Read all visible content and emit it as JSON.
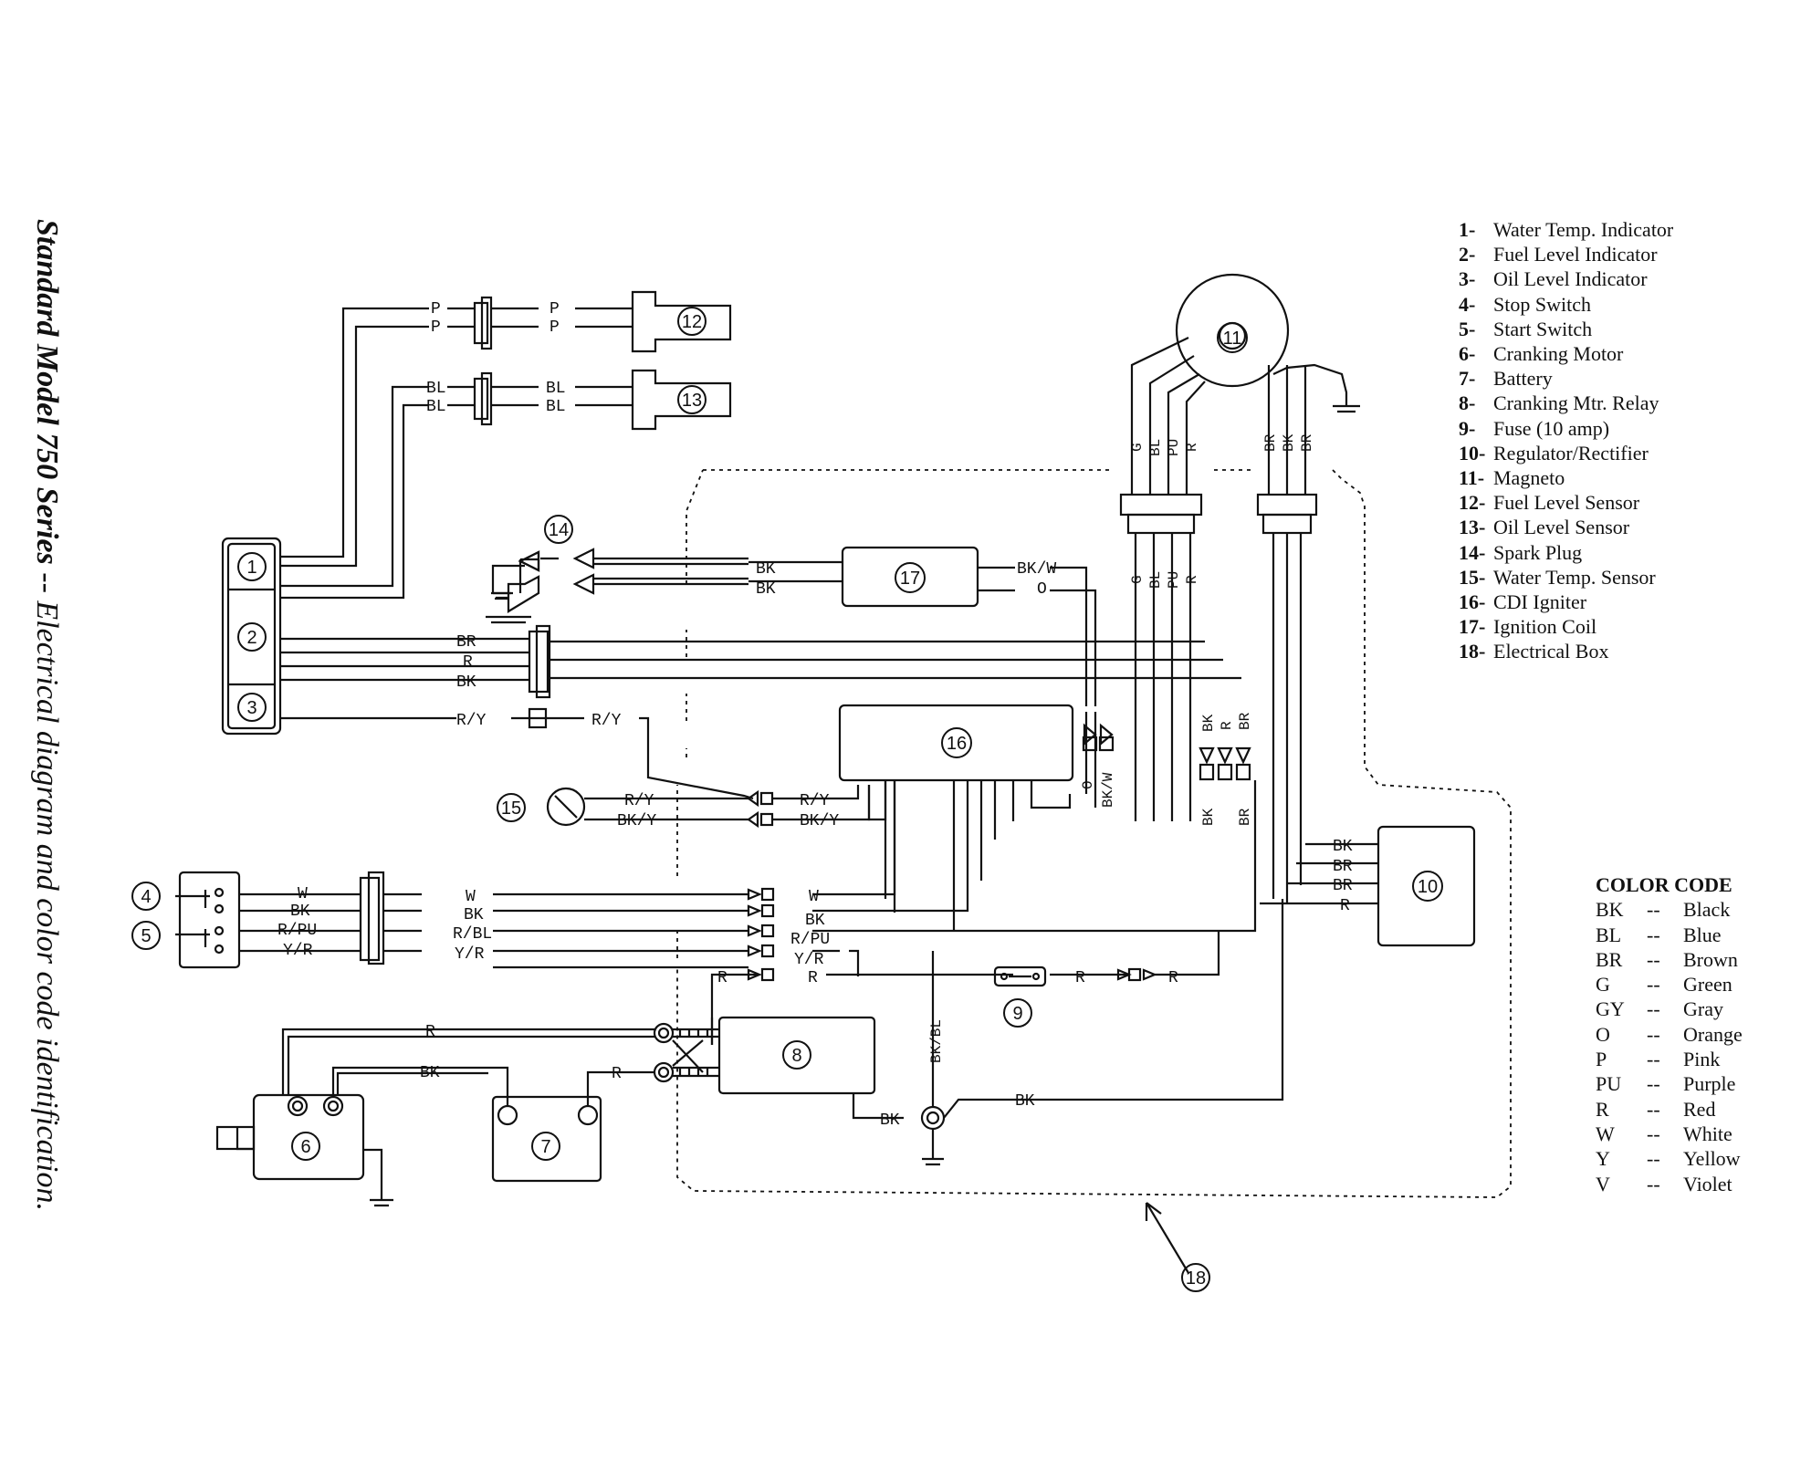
{
  "title": {
    "bold": "Standard Model 750 Series",
    "rest": " -- Electrical diagram and color code identification."
  },
  "components": [
    {
      "num": "1-",
      "label": "Water Temp. Indicator"
    },
    {
      "num": "2-",
      "label": "Fuel Level Indicator"
    },
    {
      "num": "3-",
      "label": "Oil Level Indicator"
    },
    {
      "num": "4-",
      "label": "Stop Switch"
    },
    {
      "num": "5-",
      "label": "Start Switch"
    },
    {
      "num": "6-",
      "label": "Cranking Motor"
    },
    {
      "num": "7-",
      "label": "Battery"
    },
    {
      "num": "8-",
      "label": "Cranking Mtr. Relay"
    },
    {
      "num": "9-",
      "label": "Fuse (10 amp)"
    },
    {
      "num": "10-",
      "label": "Regulator/Rectifier"
    },
    {
      "num": "11-",
      "label": "Magneto"
    },
    {
      "num": "12-",
      "label": "Fuel Level Sensor"
    },
    {
      "num": "13-",
      "label": "Oil Level Sensor"
    },
    {
      "num": "14-",
      "label": "Spark Plug"
    },
    {
      "num": "15-",
      "label": "Water Temp. Sensor"
    },
    {
      "num": "16-",
      "label": "CDI Igniter"
    },
    {
      "num": "17-",
      "label": "Ignition Coil"
    },
    {
      "num": "18-",
      "label": "Electrical Box"
    }
  ],
  "color_code": {
    "heading": "COLOR CODE",
    "sep": "--",
    "entries": [
      {
        "code": "BK",
        "name": "Black"
      },
      {
        "code": "BL",
        "name": "Blue"
      },
      {
        "code": "BR",
        "name": "Brown"
      },
      {
        "code": "G",
        "name": "Green"
      },
      {
        "code": "GY",
        "name": "Gray"
      },
      {
        "code": "O",
        "name": "Orange"
      },
      {
        "code": "P",
        "name": "Pink"
      },
      {
        "code": "PU",
        "name": "Purple"
      },
      {
        "code": "R",
        "name": "Red"
      },
      {
        "code": "W",
        "name": "White"
      },
      {
        "code": "Y",
        "name": "Yellow"
      },
      {
        "code": "V",
        "name": "Violet"
      }
    ]
  },
  "callouts": [
    "1",
    "2",
    "3",
    "4",
    "5",
    "6",
    "7",
    "8",
    "9",
    "10",
    "11",
    "12",
    "13",
    "14",
    "15",
    "16",
    "17",
    "18"
  ],
  "wire_labels": {
    "p": "P",
    "bl": "BL",
    "bk": "BK",
    "bkw": "BK/W",
    "o": "O",
    "br": "BR",
    "r": "R",
    "ry": "R/Y",
    "bky": "BK/Y",
    "w": "W",
    "rpu": "R/PU",
    "yr": "Y/R",
    "rbl": "R/BL",
    "bkbl": "BK/BL",
    "g": "G",
    "pu": "PU"
  }
}
